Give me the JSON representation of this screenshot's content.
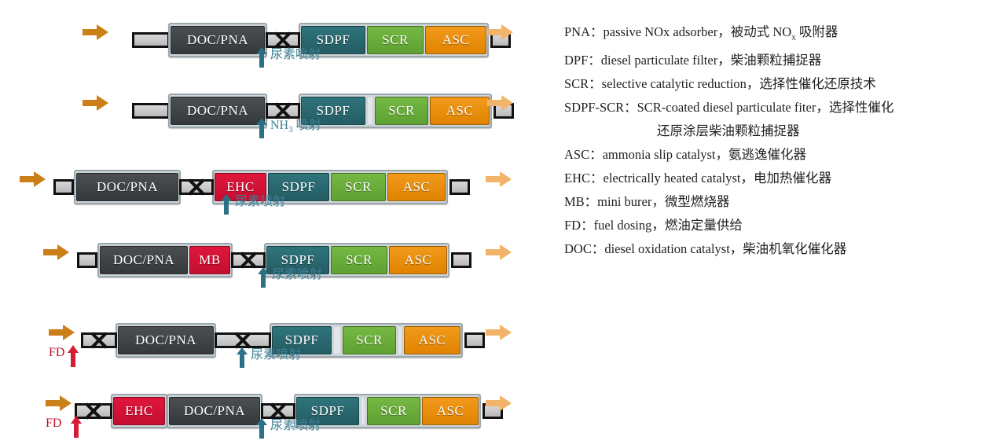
{
  "diagram": {
    "title": "Diesel aftertreatment system configurations",
    "colors": {
      "doc": "#3c4042",
      "sdpf": "#2a666d",
      "scr": "#6aad3a",
      "asc": "#ee9113",
      "ehc": "#d31338",
      "mb": "#d31338",
      "pipe": "#c9c9c9",
      "flow_arrow_in": "#cb8017",
      "flow_arrow_out": "#f2b46a",
      "urea_arrow": "#2c7086",
      "fd_arrow": "#d51e36",
      "urea_label": "#3d7f94",
      "fd_label": "#c0152f"
    },
    "labels": {
      "doc_pna": "DOC/PNA",
      "sdpf": "SDPF",
      "scr": "SCR",
      "asc": "ASC",
      "ehc": "EHC",
      "mb": "MB",
      "urea_injection": "尿素喷射",
      "nh3_injection_pre": "NH",
      "nh3_injection_sub": "3",
      "nh3_injection_post": " 喷射",
      "fd": "FD"
    },
    "rows": [
      {
        "id": "row-1",
        "blocks": [
          "DOC/PNA",
          "SDPF",
          "SCR",
          "ASC"
        ],
        "injection": "尿素喷射",
        "fd": false
      },
      {
        "id": "row-2",
        "blocks": [
          "DOC/PNA",
          "SDPF",
          "SCR",
          "ASC"
        ],
        "injection": "NH3 喷射",
        "fd": false
      },
      {
        "id": "row-3",
        "blocks": [
          "DOC/PNA",
          "EHC",
          "SDPF",
          "SCR",
          "ASC"
        ],
        "injection": "尿素喷射",
        "fd": false
      },
      {
        "id": "row-4",
        "blocks": [
          "DOC/PNA",
          "MB",
          "SDPF",
          "SCR",
          "ASC"
        ],
        "injection": "尿素喷射",
        "fd": false
      },
      {
        "id": "row-5",
        "blocks": [
          "DOC/PNA",
          "SDPF",
          "SCR",
          "ASC"
        ],
        "injection": "尿素喷射",
        "fd": true,
        "fd_label": "FD"
      },
      {
        "id": "row-6",
        "blocks": [
          "EHC",
          "DOC/PNA",
          "SDPF",
          "SCR",
          "ASC"
        ],
        "injection": "尿素喷射",
        "fd": true,
        "fd_label": "FD"
      }
    ]
  },
  "legend": {
    "lines": [
      {
        "text": "PNA：passive NOx adsorber，被动式 NO",
        "sub": "x",
        "tail": " 吸附器",
        "indent": false
      },
      {
        "text": "DPF：diesel particulate filter，柴油颗粒捕捉器",
        "sub": "",
        "tail": "",
        "indent": false
      },
      {
        "text": "SCR：selective catalytic reduction，选择性催化还原技术",
        "sub": "",
        "tail": "",
        "indent": false
      },
      {
        "text": "SDPF-SCR：SCR-coated diesel particulate fiter，选择性催化",
        "sub": "",
        "tail": "",
        "indent": false
      },
      {
        "text": "还原涂层柴油颗粒捕捉器",
        "sub": "",
        "tail": "",
        "indent": true
      },
      {
        "text": "ASC：ammonia slip catalyst，氨逃逸催化器",
        "sub": "",
        "tail": "",
        "indent": false
      },
      {
        "text": "EHC：electrically heated catalyst，电加热催化器",
        "sub": "",
        "tail": "",
        "indent": false
      },
      {
        "text": "MB：mini burer，微型燃烧器",
        "sub": "",
        "tail": "",
        "indent": false
      },
      {
        "text": "FD：fuel dosing，燃油定量供给",
        "sub": "",
        "tail": "",
        "indent": false
      },
      {
        "text": "DOC：diesel oxidation catalyst，柴油机氧化催化器",
        "sub": "",
        "tail": "",
        "indent": false
      }
    ]
  }
}
